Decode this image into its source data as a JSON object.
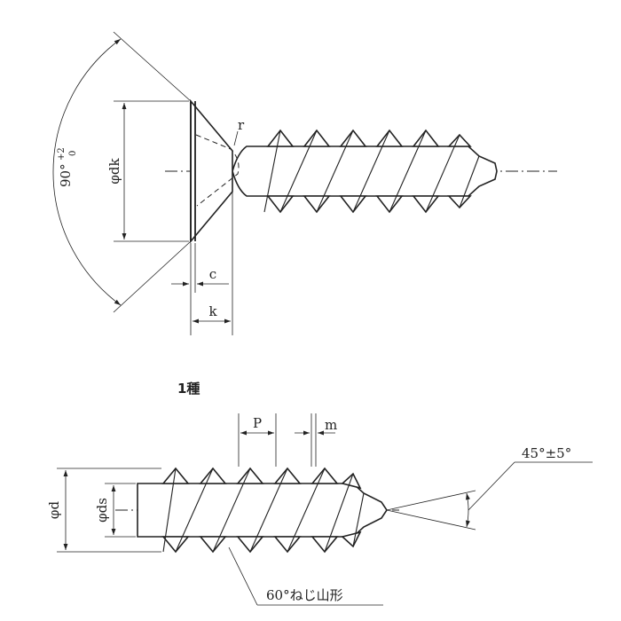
{
  "top_view": {
    "angle_main": "90°",
    "angle_tol_plus": "+2",
    "angle_tol_minus": "0",
    "head_dia_label": "φdk",
    "radius_label": "r",
    "c_label": "c",
    "k_label": "k"
  },
  "type_label": "1種",
  "bottom_view": {
    "pitch_label": "P",
    "m_label": "m",
    "tip_angle_label": "45°±5°",
    "major_dia_label": "φd",
    "shank_dia_label": "φds",
    "thread_form_label": "60°ねじ山形"
  },
  "colors": {
    "ink": "#222222",
    "paper": "#ffffff"
  }
}
